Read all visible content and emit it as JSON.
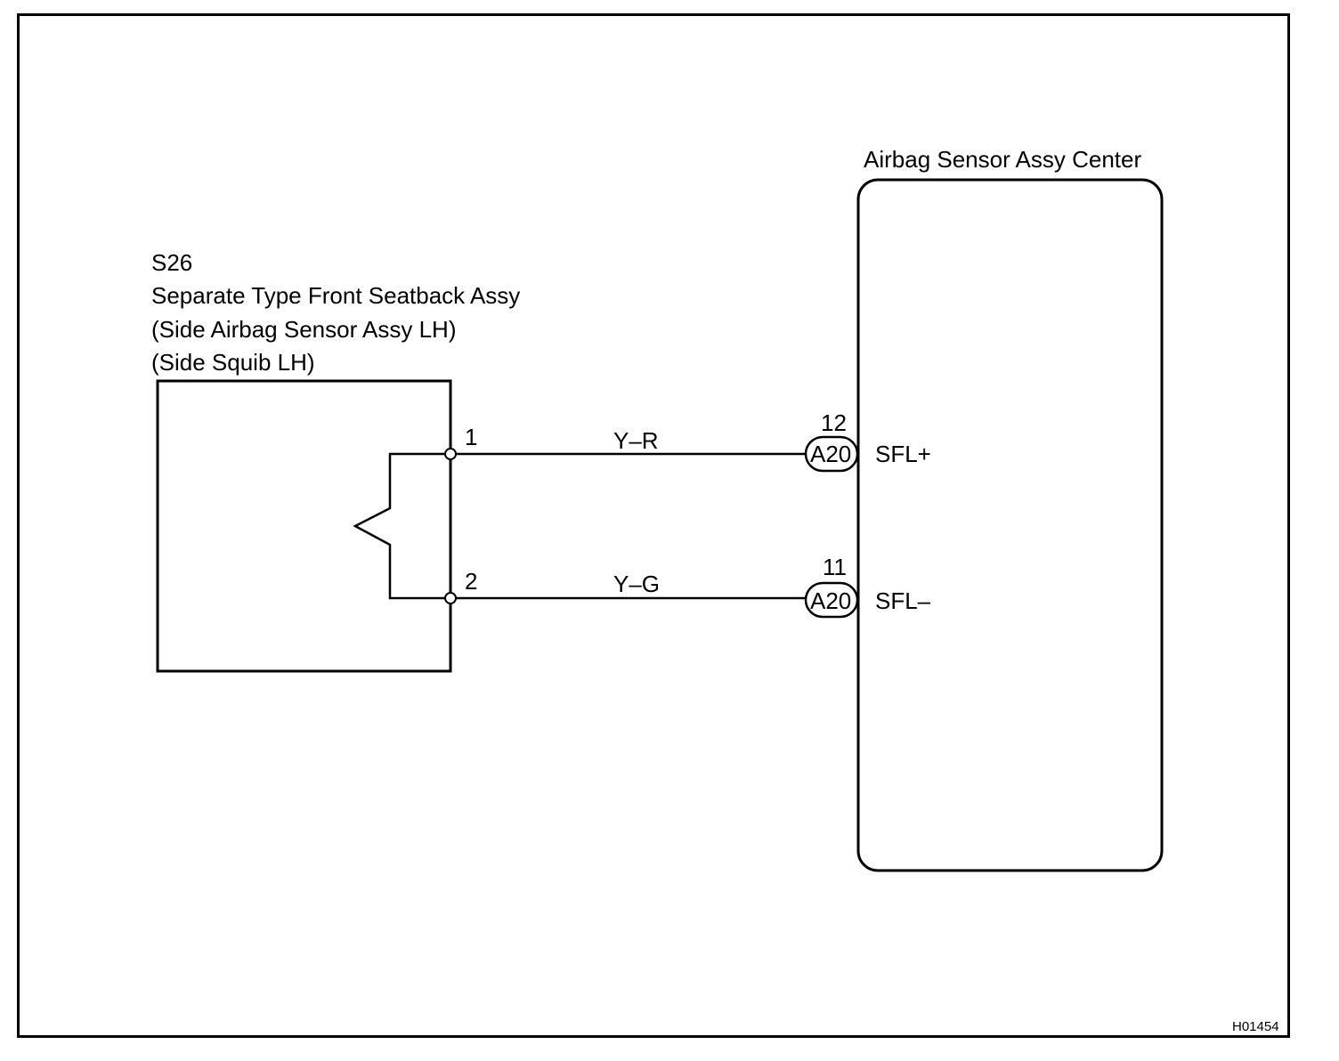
{
  "ecu": {
    "title": "Airbag Sensor Assy Center",
    "pins": [
      {
        "number": "12",
        "connector": "A20",
        "signal": "SFL+"
      },
      {
        "number": "11",
        "connector": "A20",
        "signal": "SFL–"
      }
    ]
  },
  "component": {
    "code": "S26",
    "lines": [
      "Separate Type Front Seatback Assy",
      "(Side Airbag Sensor Assy LH)",
      "(Side Squib LH)"
    ],
    "pins": [
      "1",
      "2"
    ]
  },
  "wires": [
    {
      "color": "Y–R"
    },
    {
      "color": "Y–G"
    }
  ],
  "figure_id": "H01454"
}
